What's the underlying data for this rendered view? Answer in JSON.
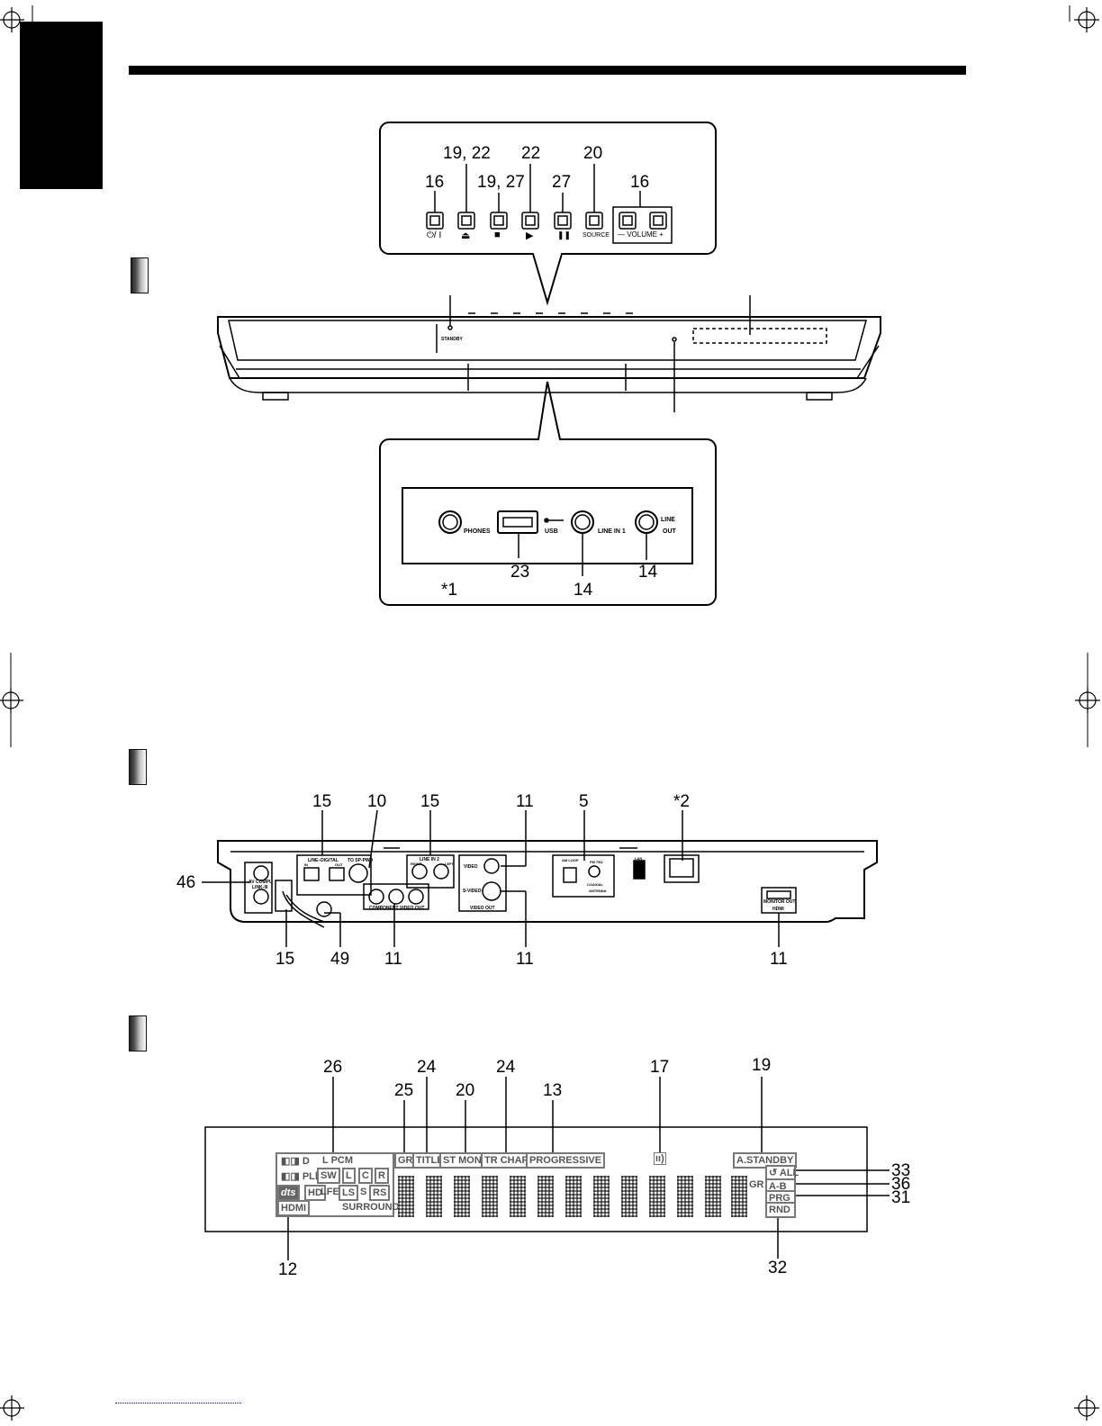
{
  "front_callouts": {
    "top": [
      "19, 22",
      "22",
      "20"
    ],
    "mid": [
      "16",
      "19, 27",
      "27",
      "16"
    ]
  },
  "front_button_labels": [
    "⏻/ I",
    "⏏",
    "■",
    "▶",
    "❚❚",
    "SOURCE",
    "— VOLUME +"
  ],
  "front_unit_label": "STANDBY",
  "jack_panel": {
    "labels": [
      "PHONES",
      "USB",
      "LINE IN 1",
      "LINE",
      "OUT"
    ],
    "callouts": [
      "*1",
      "23",
      "14",
      "14"
    ]
  },
  "rear": {
    "callouts_top": [
      "15",
      "10",
      "15",
      "11",
      "5",
      "*2"
    ],
    "callouts_bottom": [
      "15",
      "49",
      "11",
      "11",
      "11"
    ],
    "callout_left": "46",
    "labels": [
      "LINE–DIGITAL",
      "IN",
      "OUT",
      "TO SP-PWD",
      "LINE IN 2",
      "RIGHT",
      "LEFT",
      "VIDEO",
      "S-VIDEO",
      "VIDEO OUT",
      "COMPONENT VIDEO OUT",
      "AM LOOP",
      "FM 75Ω",
      "COAXIAL",
      "ANTENNA",
      "LAN",
      "MONITOR OUT",
      "HDMI",
      "AV COMPU",
      "LINK-III"
    ]
  },
  "display": {
    "callouts_top": [
      "26",
      "24",
      "24",
      "17",
      "19",
      "25",
      "20",
      "13"
    ],
    "callouts_right": [
      "33",
      "36",
      "31"
    ],
    "callouts_bottom": [
      "12",
      "32"
    ],
    "indicators": {
      "d": "D",
      "lpcm": "L PCM",
      "pl2": "PLⅡ",
      "sw": "SW",
      "l": "L",
      "c": "C",
      "r": "R",
      "dts": "dts",
      "hd": "HD",
      "lfe": "LFE",
      "ls": "LS",
      "s": "S",
      "rs": "RS",
      "hdmi": "HDMI",
      "surround": "SURROUND",
      "gr": "GR",
      "title": "TITLE",
      "stmono": "ST MONO",
      "trchap": "TR CHAP",
      "progressive": "PROGRESSIVE",
      "astandby": "A.STANDBY",
      "all": "ALL",
      "gr2": "GR",
      "ab": "A-B",
      "prg": "PRG",
      "rnd": "RND"
    }
  }
}
